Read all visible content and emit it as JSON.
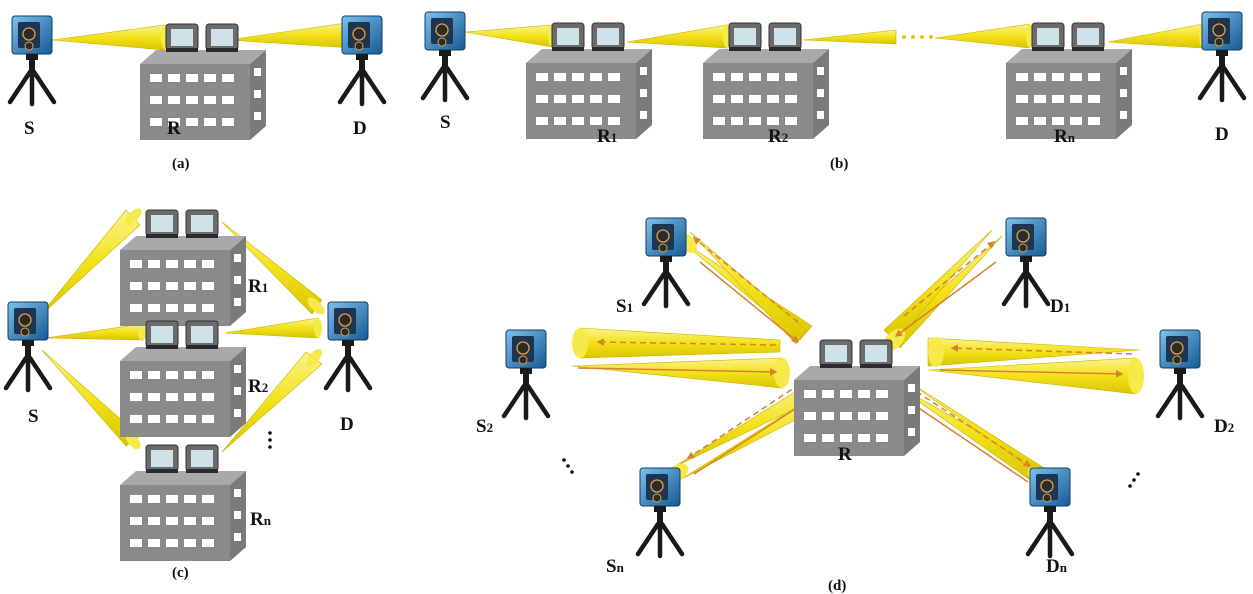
{
  "panels": {
    "a": {
      "caption": "(a)",
      "labels": {
        "source": "S",
        "relay": "R",
        "dest": "D"
      }
    },
    "b": {
      "caption": "(b)",
      "labels": {
        "source": "S",
        "relay1": {
          "base": "R",
          "sub": "1"
        },
        "relay2": {
          "base": "R",
          "sub": "2"
        },
        "relayn": {
          "base": "R",
          "sub": "n"
        },
        "dest": "D"
      }
    },
    "c": {
      "caption": "(c)",
      "labels": {
        "source": "S",
        "dest": "D",
        "relay1": {
          "base": "R",
          "sub": "1"
        },
        "relay2": {
          "base": "R",
          "sub": "2"
        },
        "relayn": {
          "base": "R",
          "sub": "n"
        }
      }
    },
    "d": {
      "caption": "(d)",
      "labels": {
        "relay": "R",
        "s1": {
          "base": "S",
          "sub": "1"
        },
        "s2": {
          "base": "S",
          "sub": "2"
        },
        "sn": {
          "base": "S",
          "sub": "n"
        },
        "d1": {
          "base": "D",
          "sub": "1"
        },
        "d2": {
          "base": "D",
          "sub": "2"
        },
        "dn": {
          "base": "D",
          "sub": "n"
        }
      }
    }
  },
  "colors": {
    "beam": "#f4e41c",
    "beam_edge": "#c9b400",
    "arrow": "#d9822b",
    "building": "#8a8a8a",
    "building_roof": "#a9a9a9",
    "window": "#ffffff",
    "camera_body": "#1f6fb0",
    "tripod": "#1a1a1a"
  }
}
